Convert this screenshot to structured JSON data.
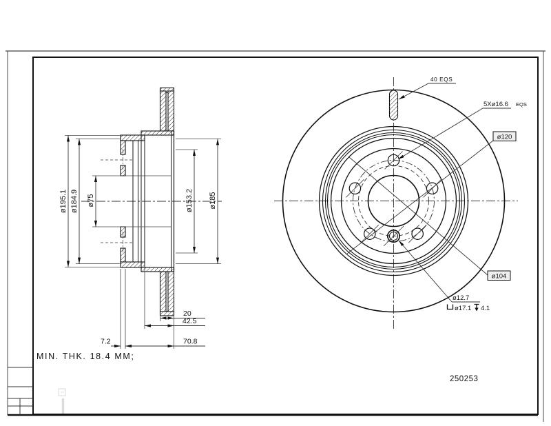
{
  "sheet": {
    "part_number": "250253",
    "note": "MIN. THK. 18.4 MM;"
  },
  "section_view": {
    "dia_labels": {
      "hat_lip": "ø195.1",
      "hat_face": "ø184.9",
      "center_bore": "ø75",
      "inner_face": "ø153.2",
      "hat_od": "ø185"
    },
    "linear_labels": {
      "disc_thickness": "20",
      "hat_inset": "42.5",
      "wall_thickness": "7.2",
      "overall_height": "70.8"
    }
  },
  "front_view": {
    "vane_label": "40 EQS",
    "bolt_hole_label": "5Xø16.6",
    "bolt_hole_suffix": "EQS",
    "bolt_circle_label": "ø120",
    "pin_circle_label": "ø104",
    "pin_hole_label": "ø12.7",
    "counterbore_dia": "ø17.1",
    "counterbore_depth": "4.1"
  },
  "icons": {
    "counterbore_icon": "⌴",
    "depth_icon": "↧"
  },
  "colors": {
    "line": "#111111",
    "dim_line": "#333333",
    "frame_outer": "#777777",
    "label_box_fill": "#efefef",
    "background": "#ffffff"
  }
}
